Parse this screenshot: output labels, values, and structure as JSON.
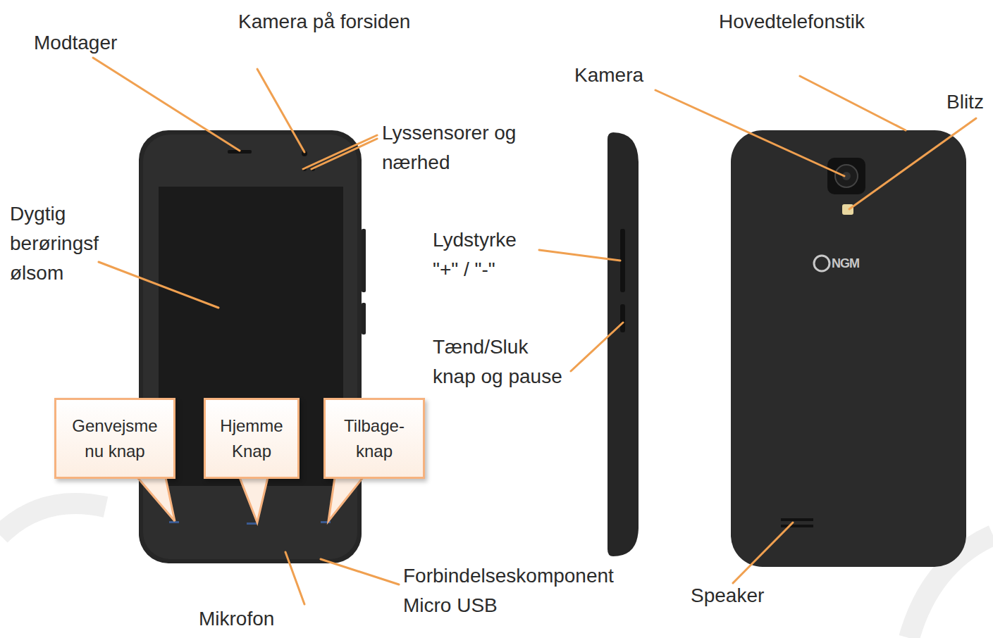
{
  "diagram": {
    "nodes": [
      {
        "text": [
          "Genvejsme nu knap"
        ]
      },
      {
        "text": [
          "Hjemme Knap"
        ]
      },
      {
        "text": [
          "Tilbage- knap"
        ]
      }
    ],
    "labels": [
      "Modtager",
      "Kamera på forsiden",
      "Lyssensorer og nærhed",
      "Dygtig berøringsf ølsom",
      "Hovedtelefonstik",
      "Kamera",
      "Blitz",
      "Lydstyrke \"+\" / \"-\"",
      "Tænd/Sluk knap og pause",
      "Forbindelseskomponent Micro USB",
      "Mikrofon",
      "Speaker",
      "NGM"
    ]
  }
}
